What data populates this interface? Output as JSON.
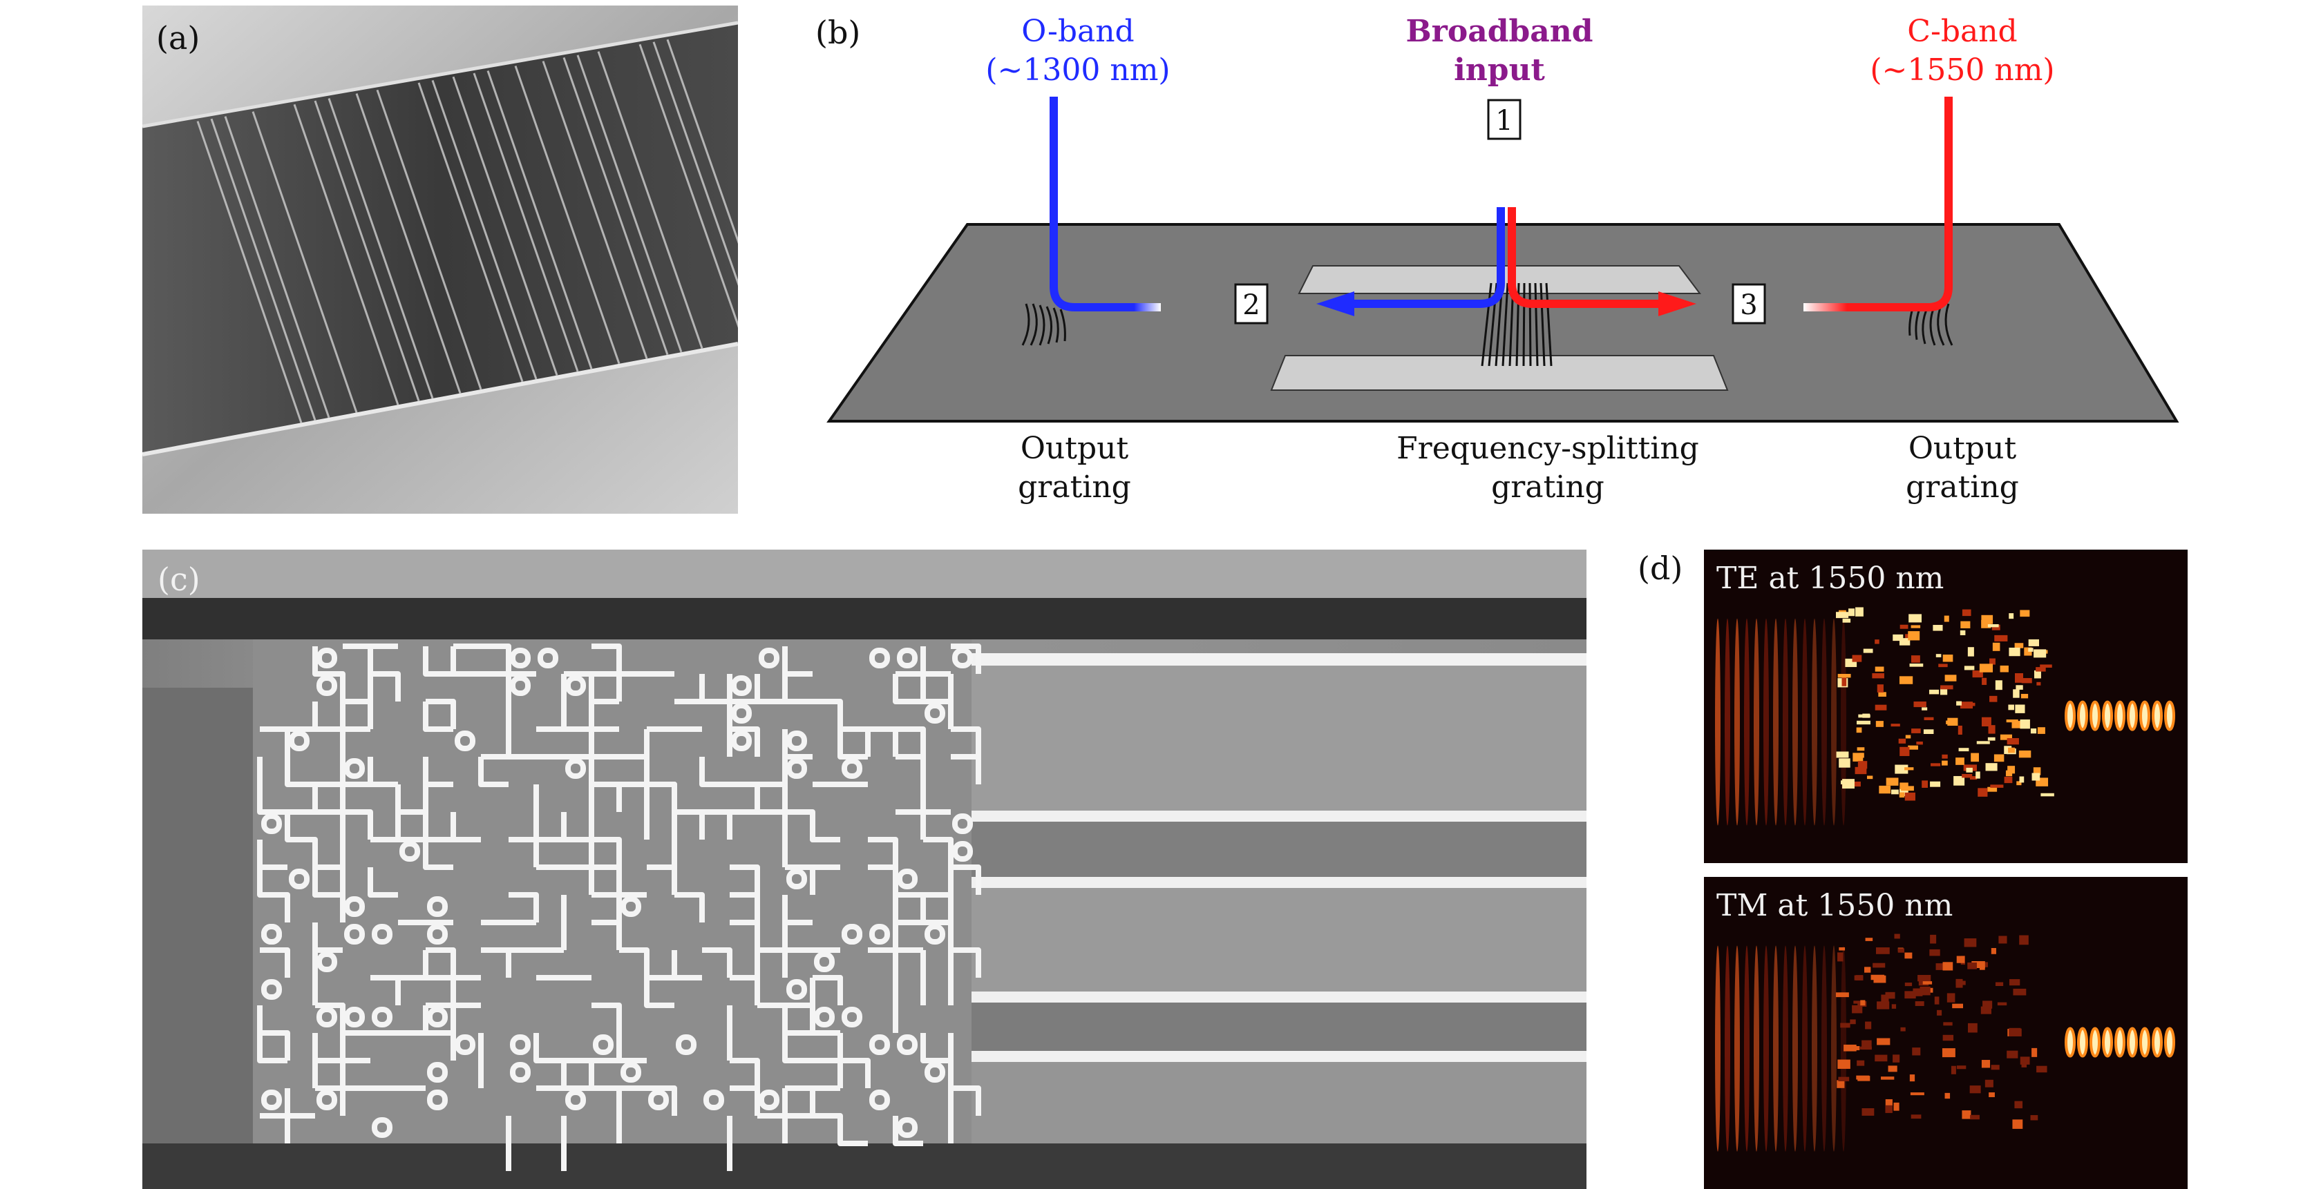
{
  "figure": {
    "panel_a": {
      "label": "(a)"
    },
    "panel_b": {
      "label": "(b)",
      "o_band": {
        "line1": "O-band",
        "line2": "(∼1300 nm)",
        "color": "#1f2bff"
      },
      "c_band": {
        "line1": "C-band",
        "line2": "(∼1550 nm)",
        "color": "#ff1a1a"
      },
      "input": {
        "line1": "Broadband",
        "line2": "input",
        "color": "#8b1a8b"
      },
      "ports": [
        "1",
        "2",
        "3"
      ],
      "captions": {
        "left": [
          "Output",
          "grating"
        ],
        "center": [
          "Frequency-splitting",
          "grating"
        ],
        "right": [
          "Output",
          "grating"
        ]
      }
    },
    "panel_c": {
      "label": "(c)"
    },
    "panel_d": {
      "label": "(d)",
      "top_title": "TE at 1550 nm",
      "bottom_title": "TM at 1550 nm"
    }
  }
}
